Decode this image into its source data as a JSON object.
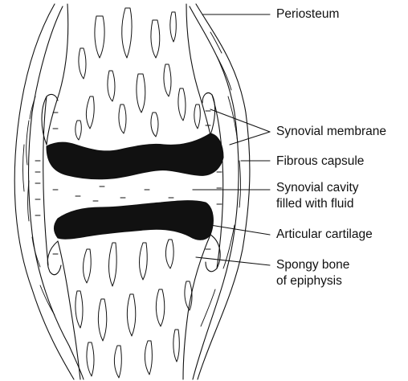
{
  "labels": {
    "periosteum": "Periosteum",
    "synovial_membrane": "Synovial membrane",
    "fibrous_capsule": "Fibrous capsule",
    "synovial_cavity_line1": "Synovial cavity",
    "synovial_cavity_line2": "filled with fluid",
    "articular_cartilage": "Articular cartilage",
    "spongy_bone_line1": "Spongy bone",
    "spongy_bone_line2": "of epiphysis"
  },
  "colors": {
    "ink": "#111111",
    "background": "#ffffff"
  }
}
